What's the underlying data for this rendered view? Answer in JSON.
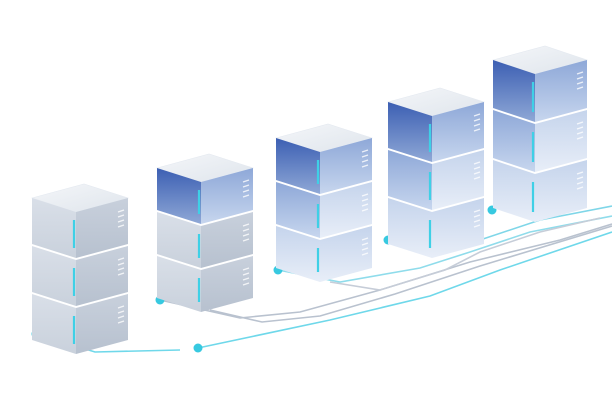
{
  "scene": {
    "description_free": true,
    "colors": {
      "background": "#ffffff",
      "box_top": "#e9edf3",
      "box_side_light": "#d5dce6",
      "box_side_dark": "#c3ccd8",
      "accent_blue": "#3f64b8",
      "accent_blue_light": "#c9d8ef",
      "cyan_led": "#3fd0e6",
      "wire_cyan": "#6fd8ea",
      "wire_grey": "#b9c2cf",
      "node_cyan": "#37c9e0"
    },
    "stacks": [
      {
        "id": "stack-1",
        "units": 3,
        "tint": "grey"
      },
      {
        "id": "stack-2",
        "units": 3,
        "tint": "blue-top"
      },
      {
        "id": "stack-3",
        "units": 3,
        "tint": "blue-gradient"
      },
      {
        "id": "stack-4",
        "units": 3,
        "tint": "blue-gradient"
      },
      {
        "id": "stack-5",
        "units": 3,
        "tint": "blue-gradient"
      }
    ]
  }
}
